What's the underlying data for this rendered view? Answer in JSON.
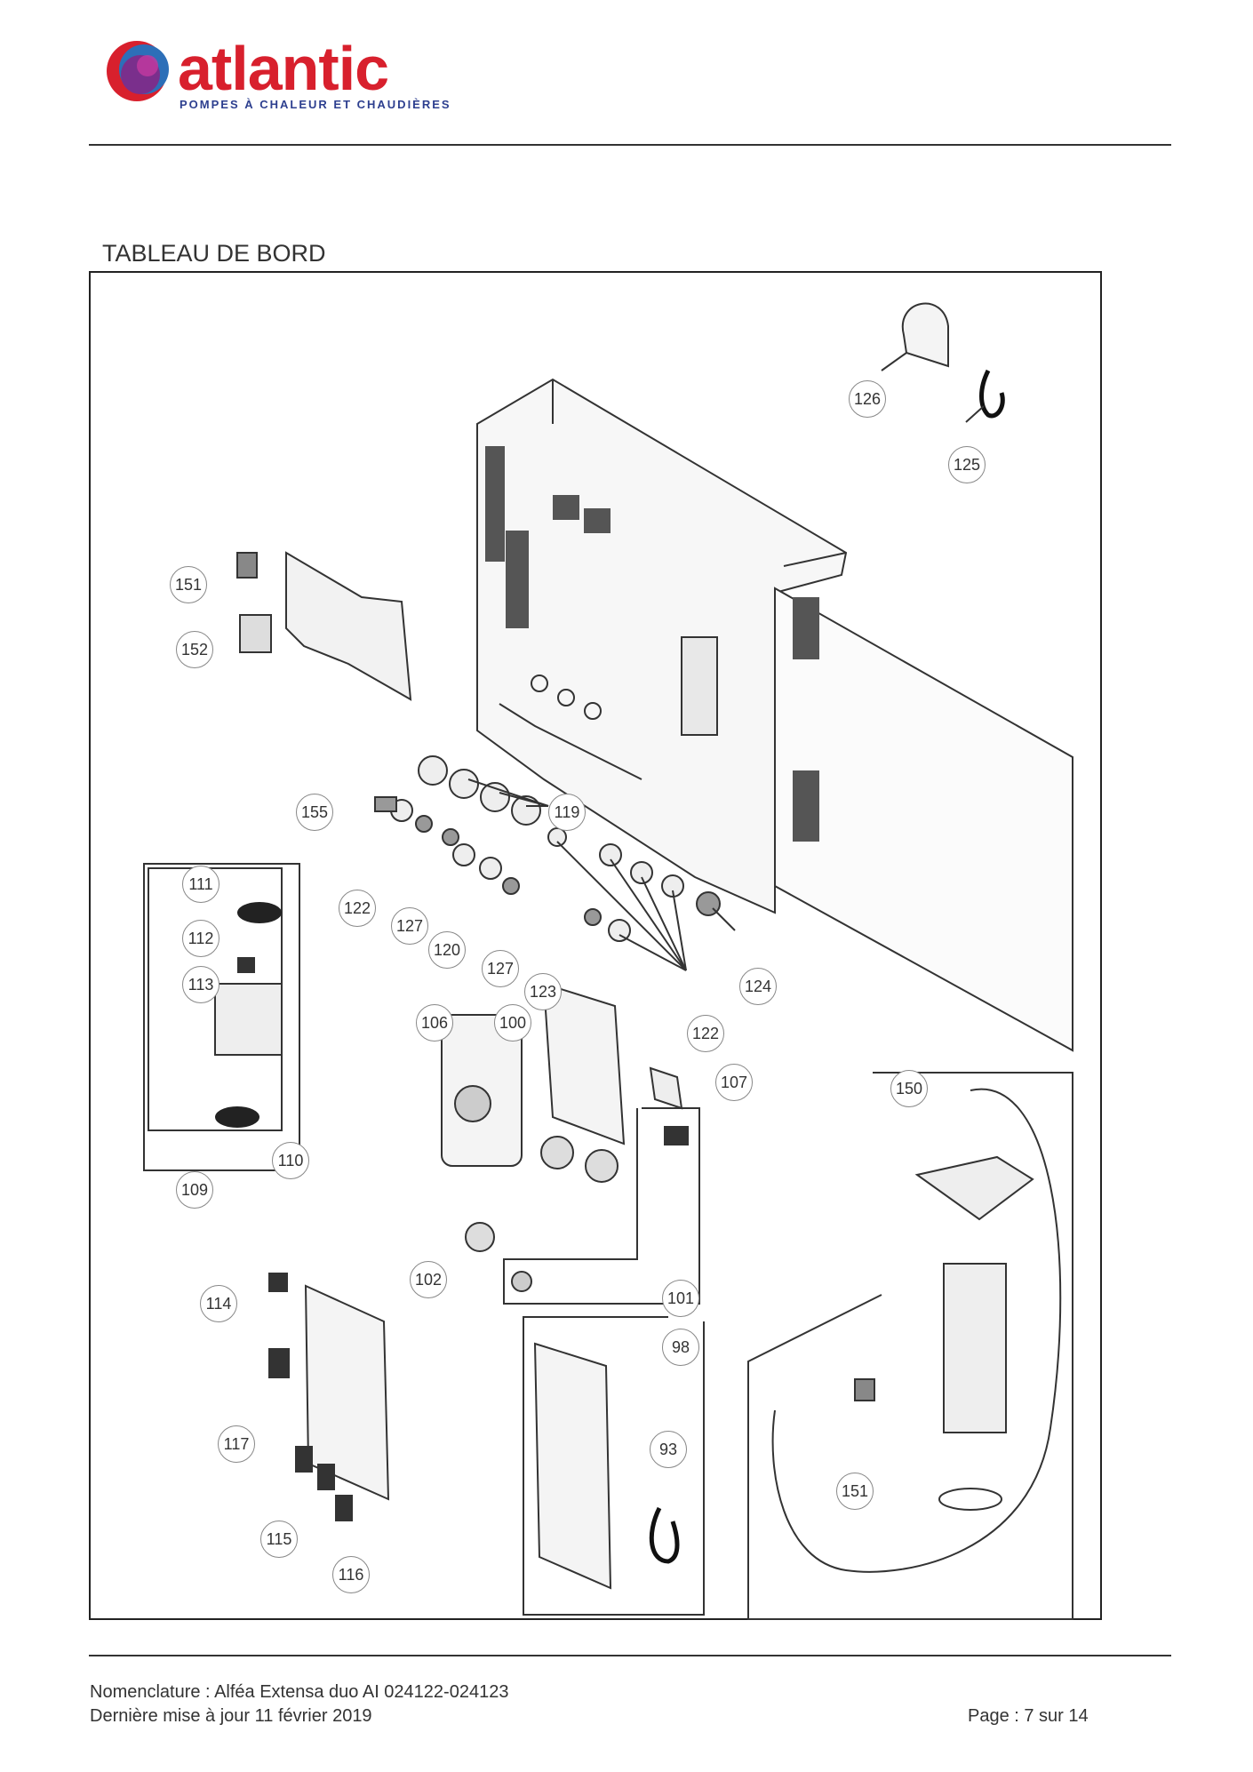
{
  "header": {
    "brand": "atlantic",
    "tagline": "POMPES À CHALEUR ET CHAUDIÈRES"
  },
  "section_title": "TABLEAU DE BORD",
  "callouts": [
    "126",
    "125",
    "151",
    "152",
    "155",
    "119",
    "111",
    "122",
    "127",
    "112",
    "120",
    "113",
    "127",
    "123",
    "124",
    "106",
    "100",
    "122",
    "107",
    "150",
    "110",
    "109",
    "102",
    "101",
    "114",
    "98",
    "117",
    "93",
    "151",
    "115",
    "116"
  ],
  "footer": {
    "line1": "Nomenclature : Alféa Extensa duo AI 024122-024123",
    "line2": "Dernière mise à jour 11 février 2019",
    "page": "Page : 7 sur 14"
  },
  "colors": {
    "brand_red": "#d8202d",
    "brand_blue": "#2d3f8f",
    "logo_purple": "#7a2f8c"
  }
}
